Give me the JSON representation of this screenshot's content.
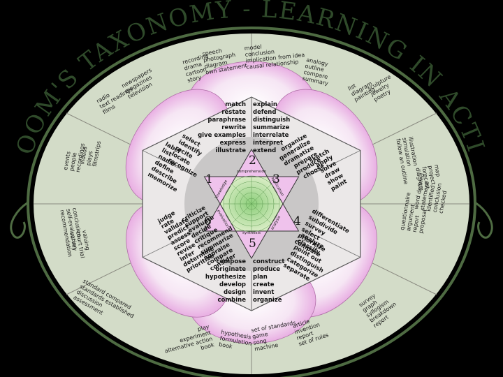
{
  "title": "BLOOM'S TAXONOMY - LEARNING IN ACTION",
  "colors": {
    "background": "#000000",
    "disc": "#d3dcc8",
    "petal_pink": "#e9a6e3",
    "rope": "#4e6b42",
    "star": "#cfe6b8",
    "star_center": "#9fcf8f",
    "core_pink": "#efc2ec"
  },
  "levels": [
    {
      "number": "1",
      "name": "knowledge"
    },
    {
      "number": "2",
      "name": "comprehension"
    },
    {
      "number": "3",
      "name": "application"
    },
    {
      "number": "4",
      "name": "analysis"
    },
    {
      "number": "5",
      "name": "synthesis"
    },
    {
      "number": "6",
      "name": "evaluation"
    }
  ],
  "verbs": {
    "top_left": [
      "match",
      "restate",
      "paraphrase",
      "rewrite",
      "give examples",
      "express",
      "illustrate"
    ],
    "top_right": [
      "explain",
      "defend",
      "distinguish",
      "summarize",
      "interrelate",
      "interpret",
      "extend"
    ],
    "bottom_left": [
      "compose",
      "originate",
      "hypothesize",
      "develop",
      "design",
      "combine"
    ],
    "bottom_right": [
      "construct",
      "produce",
      "plan",
      "create",
      "invent",
      "organize"
    ],
    "upper_left": [
      "label",
      "list",
      "name",
      "define",
      "describe",
      "memorize",
      "select",
      "identify",
      "recite",
      "locate",
      "recognize"
    ],
    "upper_right": [
      "organize",
      "generalize",
      "dramatize",
      "prepare",
      "produce",
      "choose",
      "sketch",
      "apply",
      "solve",
      "draw",
      "show",
      "paint"
    ],
    "lower_left": [
      "judge",
      "rate",
      "validate",
      "predict",
      "assess",
      "score",
      "revise",
      "infer",
      "determine",
      "prioritize",
      "criticize",
      "support",
      "evaluate",
      "decide",
      "critique",
      "recommend",
      "summarize",
      "appraise",
      "compare",
      "consider"
    ],
    "lower_right": [
      "differentiate",
      "subdivide",
      "survey",
      "select",
      "prioritize",
      "compare",
      "analyze",
      "classify",
      "point out",
      "distinguish",
      "categorize",
      "separate"
    ]
  },
  "outer": {
    "top_a": [
      "recording",
      "drama",
      "cartoon",
      "story"
    ],
    "top_b": [
      "speech",
      "photograph",
      "diagram",
      "own statement"
    ],
    "top_c": [
      "model",
      "conclusion",
      "implication from idea",
      "causal relationship"
    ],
    "top_d": [
      "analogy",
      "outline",
      "compare",
      "summary"
    ],
    "upper_right_a": [
      "list",
      "diagram",
      "painting"
    ],
    "upper_right_b": [
      "sculpture",
      "jewelry",
      "poetry"
    ],
    "right_a": [
      "illustration",
      "simulation",
      "follow an outline"
    ],
    "right_b": [
      "map",
      "project",
      "forecast",
      "diagram"
    ],
    "right_c": [
      "questionnaire",
      "argument",
      "report",
      "proposal"
    ],
    "right_d": [
      "word defined",
      "statement",
      "identified",
      "conclusion",
      "checked"
    ],
    "lower_right": [
      "survey",
      "graph",
      "syllogism",
      "breakdown",
      "report"
    ],
    "bottom_a": [
      "play",
      "experiment",
      "alternative action",
      "book"
    ],
    "bottom_b": [
      "hypothesis",
      "formulation",
      "book"
    ],
    "bottom_c": [
      "set of standards",
      "game",
      "song",
      "machine"
    ],
    "bottom_d": [
      "article",
      "invention",
      "report",
      "set of rules"
    ],
    "lower_left": [
      "standard compared",
      "standards established",
      "discussion",
      "assessment"
    ],
    "left_a": [
      "conclusion",
      "self-evaluation",
      "recommendation"
    ],
    "left_b": [
      "valuing",
      "court trial",
      "survey"
    ],
    "left_c": [
      "events",
      "people",
      "recordings"
    ],
    "left_d": [
      "videos",
      "plays",
      "filmstrips"
    ],
    "upper_left_a": [
      "radio",
      "text readings",
      "films"
    ],
    "upper_left_b": [
      "newspapers",
      "magazines",
      "television"
    ]
  }
}
